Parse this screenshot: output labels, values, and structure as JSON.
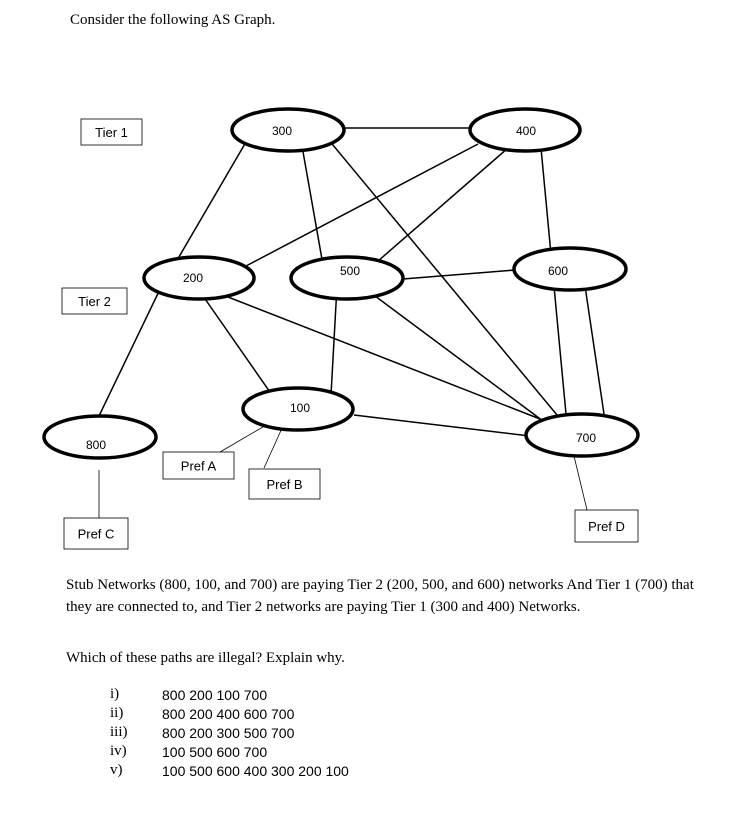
{
  "heading": "Consider the following AS Graph.",
  "diagram": {
    "nodes": [
      {
        "id": "300",
        "label": "300"
      },
      {
        "id": "400",
        "label": "400"
      },
      {
        "id": "200",
        "label": "200"
      },
      {
        "id": "500",
        "label": "500"
      },
      {
        "id": "600",
        "label": "600"
      },
      {
        "id": "100",
        "label": "100"
      },
      {
        "id": "800",
        "label": "800"
      },
      {
        "id": "700",
        "label": "700"
      }
    ],
    "boxes": [
      {
        "id": "tier1",
        "label": "Tier 1"
      },
      {
        "id": "tier2",
        "label": "Tier 2"
      },
      {
        "id": "prefA",
        "label": "Pref A"
      },
      {
        "id": "prefB",
        "label": "Pref B"
      },
      {
        "id": "prefC",
        "label": "Pref C"
      },
      {
        "id": "prefD",
        "label": "Pref D"
      }
    ],
    "edges": [
      [
        "300",
        "400"
      ],
      [
        "300",
        "200"
      ],
      [
        "300",
        "500"
      ],
      [
        "300",
        "700"
      ],
      [
        "400",
        "200"
      ],
      [
        "400",
        "500"
      ],
      [
        "400",
        "700"
      ],
      [
        "200",
        "100"
      ],
      [
        "200",
        "700"
      ],
      [
        "200",
        "800"
      ],
      [
        "500",
        "600"
      ],
      [
        "500",
        "100"
      ],
      [
        "500",
        "700"
      ],
      [
        "600",
        "700"
      ],
      [
        "100",
        "700"
      ]
    ],
    "pref_links": [
      [
        "prefA",
        "100"
      ],
      [
        "prefB",
        "100"
      ],
      [
        "prefC",
        "800"
      ],
      [
        "prefD",
        "700"
      ]
    ]
  },
  "description": "Stub Networks  (800, 100, and 700) are paying Tier 2 (200, 500, and 600) networks And Tier 1 (700) that they are connected to, and Tier 2 networks are paying Tier 1  (300 and 400) Networks.",
  "question": "Which of these paths are illegal?  Explain why.",
  "paths": [
    {
      "num": "i)",
      "path": "800 200 100 700"
    },
    {
      "num": "ii)",
      "path": "800 200 400 600 700"
    },
    {
      "num": "iii)",
      "path": "800 200 300 500  700"
    },
    {
      "num": "iv)",
      "path": "100 500 600 700"
    },
    {
      "num": "v)",
      "path": "100 500 600 400 300 200 100"
    }
  ]
}
